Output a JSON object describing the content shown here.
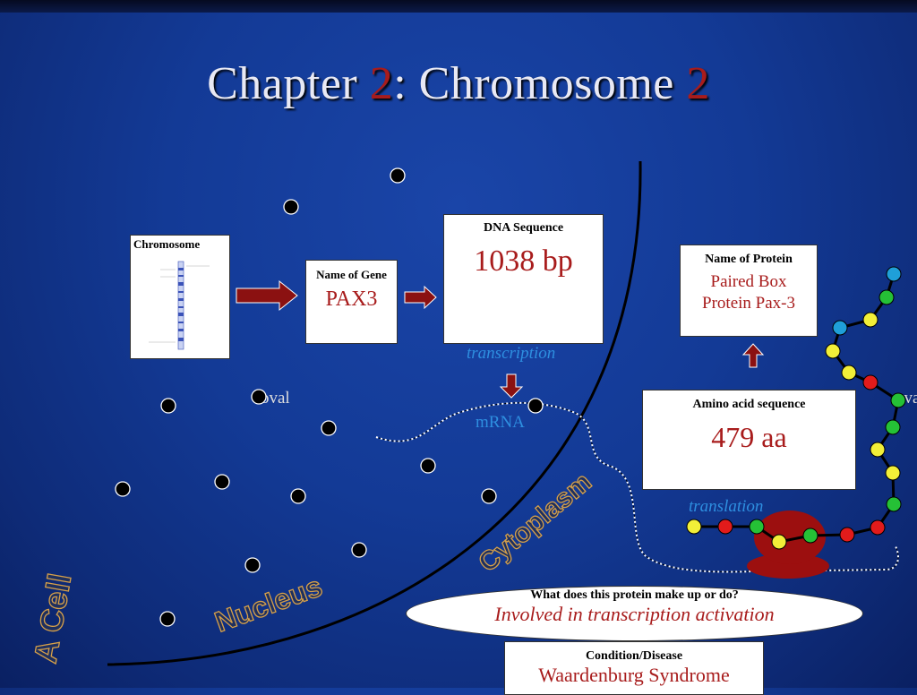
{
  "title": {
    "prefix": "Chapter ",
    "num1": "2",
    "middle": ":  Chromosome ",
    "num2": "2"
  },
  "chromosome_box": {
    "label": "Chromosome"
  },
  "gene_box": {
    "label": "Name of Gene",
    "value": "PAX3"
  },
  "dna_box": {
    "label": "DNA Sequence",
    "value": "1038 bp"
  },
  "protein_box": {
    "label": "Name of Protein",
    "value_line1": "Paired Box",
    "value_line2": "Protein Pax-3"
  },
  "amino_box": {
    "label": "Amino acid sequence",
    "value": "479 aa"
  },
  "labels": {
    "transcription": "transcription",
    "mrna": "mRNA",
    "translation": "translation",
    "oval_left": "oval",
    "oval_right": "ova",
    "cytoplasm": "Cytoplasm",
    "nucleus": "Nucleus",
    "cell": "A Cell"
  },
  "function_oval": {
    "question": "What does this protein make up or do?",
    "answer": "Involved in transcription activation"
  },
  "condition_box": {
    "label": "Condition/Disease",
    "value": "Waardenburg Syndrome"
  },
  "colors": {
    "accent_red": "#a81c1c",
    "arrow_red": "#8b1111",
    "label_blue": "#2e8fe0",
    "ribosome": "#9c0f0f",
    "wordart_fill": "#1e2f5e",
    "wordart_stroke": "#d6a04a"
  }
}
